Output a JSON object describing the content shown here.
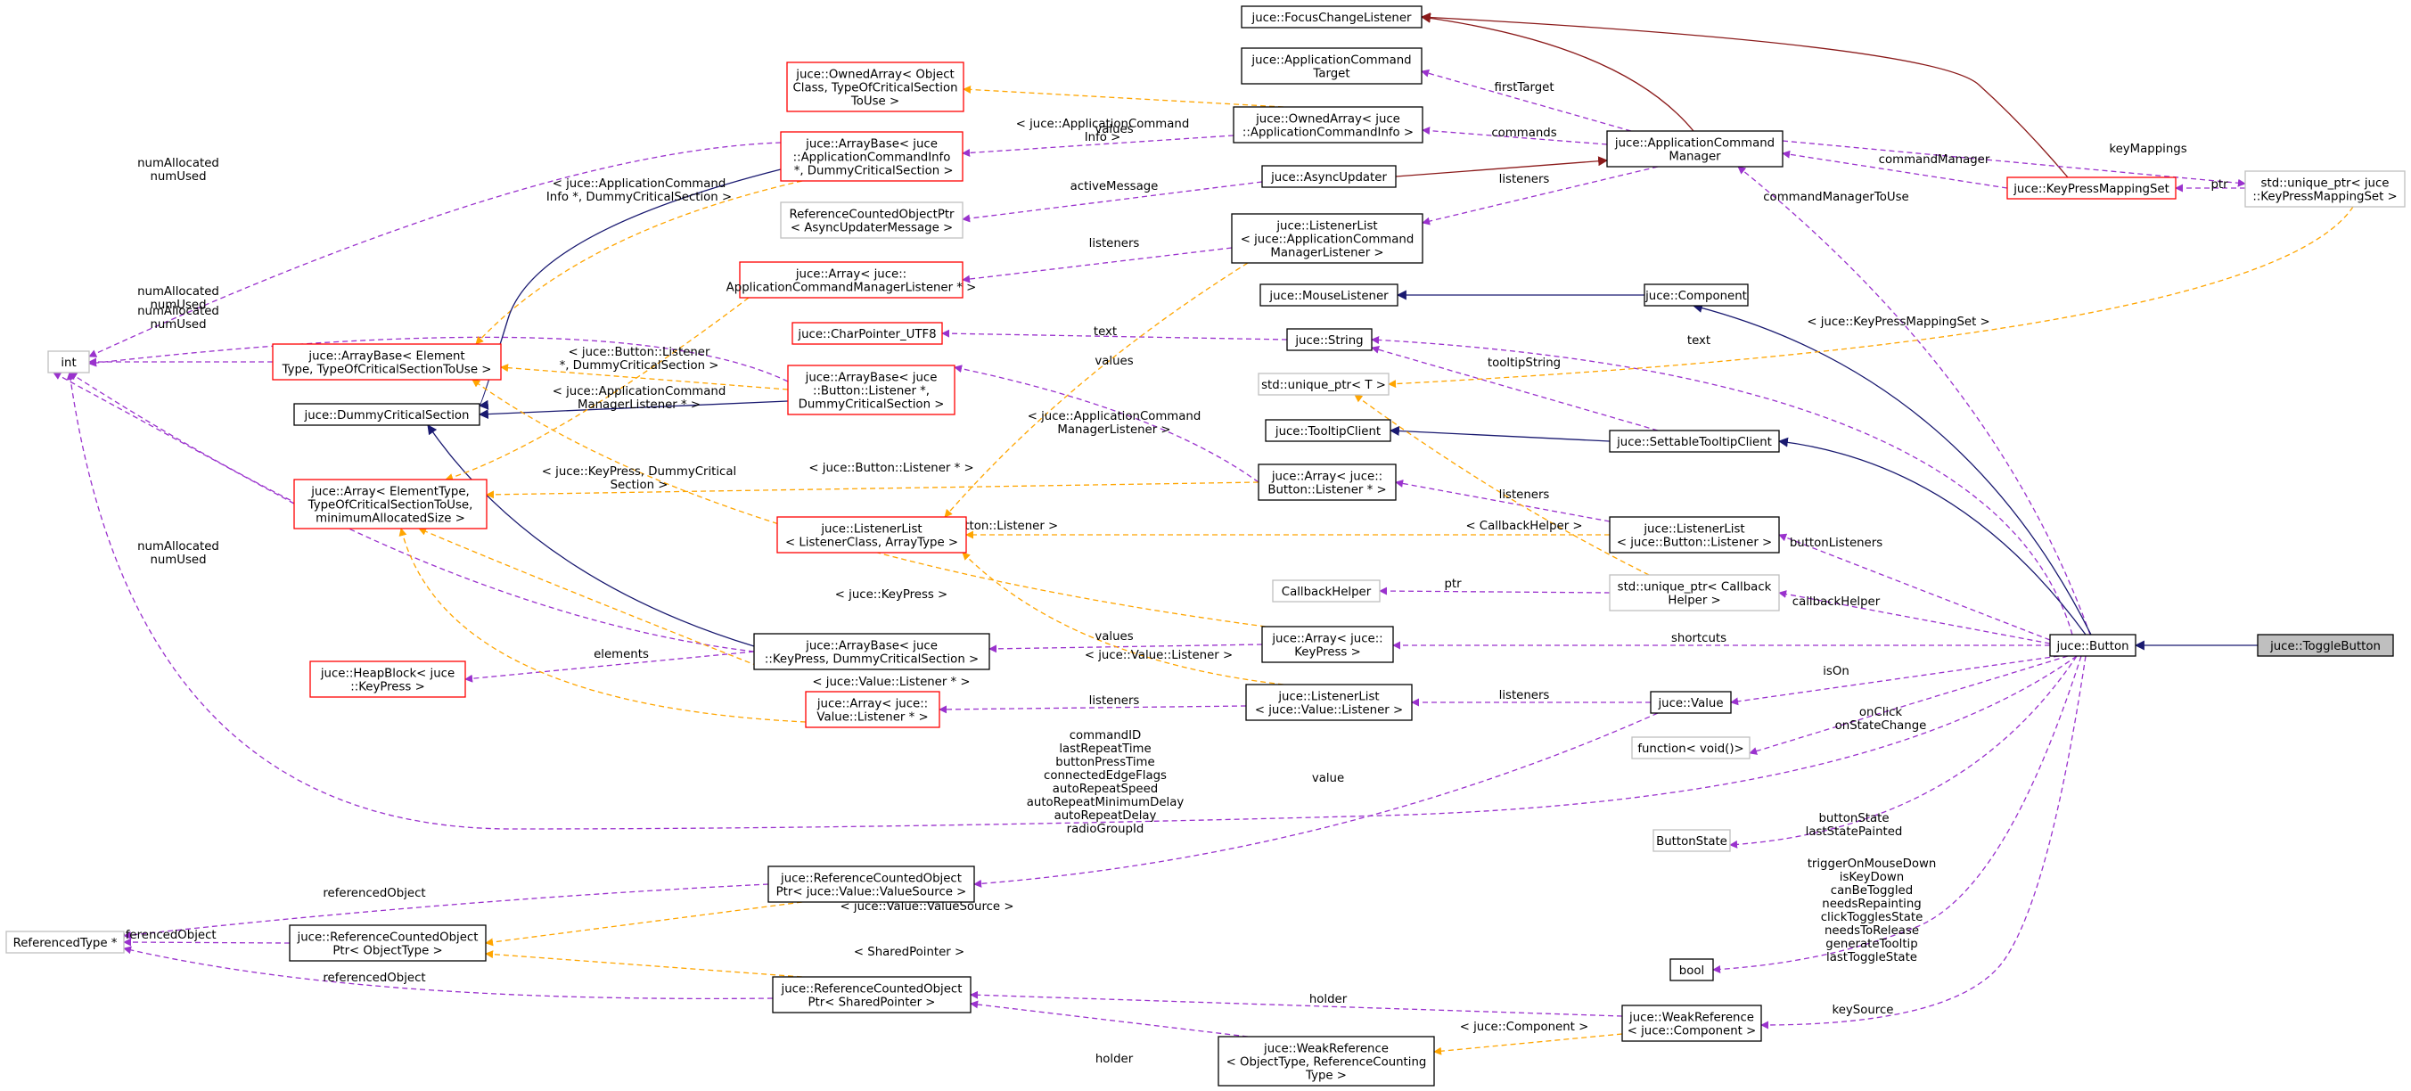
{
  "diagram": {
    "title": "juce::ToggleButton collaboration diagram",
    "legend_colors": {
      "inheritance": "#191970",
      "protected_inheritance": "#8b1a1a",
      "usage": "#9a32cd",
      "template": "#ffa500",
      "node_border_documented": "#000000",
      "node_border_undocumented": "#ff0000",
      "node_border_external": "#bfbfbf",
      "highlight_fill": "#bfbfbf"
    },
    "nodes": [
      {
        "id": "n1",
        "lines": [
          "juce::FocusChangeListener"
        ],
        "style": "black"
      },
      {
        "id": "n2",
        "lines": [
          "juce::ApplicationCommand",
          "Target"
        ],
        "style": "black"
      },
      {
        "id": "n3",
        "lines": [
          "juce::OwnedArray< Object",
          "Class, TypeOfCriticalSection",
          "ToUse >"
        ],
        "style": "red"
      },
      {
        "id": "n4",
        "lines": [
          "juce::OwnedArray< juce",
          "::ApplicationCommandInfo >"
        ],
        "style": "black"
      },
      {
        "id": "n5",
        "lines": [
          "juce::ApplicationCommand",
          "Manager"
        ],
        "style": "black"
      },
      {
        "id": "n6",
        "lines": [
          "juce::ArrayBase< juce",
          "::ApplicationCommandInfo",
          " *, DummyCriticalSection >"
        ],
        "style": "red"
      },
      {
        "id": "n7",
        "lines": [
          "juce::AsyncUpdater"
        ],
        "style": "black"
      },
      {
        "id": "n8",
        "lines": [
          "juce::KeyPressMappingSet"
        ],
        "style": "red"
      },
      {
        "id": "n9",
        "lines": [
          "std::unique_ptr< juce",
          "::KeyPressMappingSet >"
        ],
        "style": "gray"
      },
      {
        "id": "n10",
        "lines": [
          "ReferenceCountedObjectPtr",
          "< AsyncUpdaterMessage >"
        ],
        "style": "gray"
      },
      {
        "id": "n11",
        "lines": [
          "juce::ListenerList",
          "< juce::ApplicationCommand",
          "ManagerListener >"
        ],
        "style": "black"
      },
      {
        "id": "n12",
        "lines": [
          "juce::Array< juce::",
          "ApplicationCommandManagerListener * >"
        ],
        "style": "red"
      },
      {
        "id": "n13",
        "lines": [
          "juce::MouseListener"
        ],
        "style": "black"
      },
      {
        "id": "n14",
        "lines": [
          "juce::Component"
        ],
        "style": "black"
      },
      {
        "id": "n15",
        "lines": [
          "int"
        ],
        "style": "gray"
      },
      {
        "id": "n16",
        "lines": [
          "juce::ArrayBase< Element",
          "Type, TypeOfCriticalSectionToUse >"
        ],
        "style": "red"
      },
      {
        "id": "n17",
        "lines": [
          "juce::CharPointer_UTF8"
        ],
        "style": "red"
      },
      {
        "id": "n18",
        "lines": [
          "juce::String"
        ],
        "style": "black"
      },
      {
        "id": "n19",
        "lines": [
          "juce::ArrayBase< juce",
          "::Button::Listener *,",
          "DummyCriticalSection >"
        ],
        "style": "red"
      },
      {
        "id": "n20",
        "lines": [
          "juce::DummyCriticalSection"
        ],
        "style": "black"
      },
      {
        "id": "n21",
        "lines": [
          "std::unique_ptr< T >"
        ],
        "style": "gray"
      },
      {
        "id": "n22",
        "lines": [
          "juce::TooltipClient"
        ],
        "style": "black"
      },
      {
        "id": "n23",
        "lines": [
          "juce::SettableTooltipClient"
        ],
        "style": "black"
      },
      {
        "id": "n24",
        "lines": [
          "juce::Array< ElementType,",
          "TypeOfCriticalSectionToUse,",
          "minimumAllocatedSize >"
        ],
        "style": "red"
      },
      {
        "id": "n25",
        "lines": [
          "juce::Array< juce::",
          "Button::Listener * >"
        ],
        "style": "black"
      },
      {
        "id": "n26",
        "lines": [
          "juce::ListenerList",
          "< ListenerClass, ArrayType >"
        ],
        "style": "red"
      },
      {
        "id": "n27",
        "lines": [
          "juce::ListenerList",
          "< juce::Button::Listener >"
        ],
        "style": "black"
      },
      {
        "id": "n28",
        "lines": [
          "CallbackHelper"
        ],
        "style": "gray"
      },
      {
        "id": "n29",
        "lines": [
          "std::unique_ptr< Callback",
          "Helper >"
        ],
        "style": "gray"
      },
      {
        "id": "n30",
        "lines": [
          "juce::HeapBlock< juce",
          "::KeyPress >"
        ],
        "style": "red"
      },
      {
        "id": "n31",
        "lines": [
          "juce::ArrayBase< juce",
          "::KeyPress, DummyCriticalSection >"
        ],
        "style": "black"
      },
      {
        "id": "n32",
        "lines": [
          "juce::Array< juce::",
          "KeyPress >"
        ],
        "style": "black"
      },
      {
        "id": "n33",
        "lines": [
          "juce::Button"
        ],
        "style": "black"
      },
      {
        "id": "n34",
        "lines": [
          "juce::ToggleButton"
        ],
        "style": "highlight"
      },
      {
        "id": "n35",
        "lines": [
          "juce::Array< juce::",
          "Value::Listener * >"
        ],
        "style": "red"
      },
      {
        "id": "n36",
        "lines": [
          "juce::ListenerList",
          "< juce::Value::Listener >"
        ],
        "style": "black"
      },
      {
        "id": "n37",
        "lines": [
          "juce::Value"
        ],
        "style": "black"
      },
      {
        "id": "n38",
        "lines": [
          "function< void()>"
        ],
        "style": "gray"
      },
      {
        "id": "n39",
        "lines": [
          "ButtonState"
        ],
        "style": "gray"
      },
      {
        "id": "n40",
        "lines": [
          "juce::ReferenceCountedObject",
          "Ptr< juce::Value::ValueSource >"
        ],
        "style": "black"
      },
      {
        "id": "n41",
        "lines": [
          "ReferencedType *"
        ],
        "style": "gray"
      },
      {
        "id": "n42",
        "lines": [
          "juce::ReferenceCountedObject",
          "Ptr< ObjectType >"
        ],
        "style": "black"
      },
      {
        "id": "n43",
        "lines": [
          "bool"
        ],
        "style": "black"
      },
      {
        "id": "n44",
        "lines": [
          "juce::ReferenceCountedObject",
          "Ptr< SharedPointer >"
        ],
        "style": "black"
      },
      {
        "id": "n45",
        "lines": [
          "juce::WeakReference",
          "< juce::Component >"
        ],
        "style": "black"
      },
      {
        "id": "n46",
        "lines": [
          "juce::WeakReference",
          "< ObjectType, ReferenceCounting",
          "Type >"
        ],
        "style": "black"
      }
    ],
    "edge_labels": [
      {
        "id": "l1",
        "lines": [
          "< juce::ApplicationCommand",
          "Info >"
        ]
      },
      {
        "id": "l2",
        "lines": [
          "firstTarget"
        ]
      },
      {
        "id": "l3",
        "lines": [
          "commands"
        ]
      },
      {
        "id": "l4",
        "lines": [
          "values"
        ]
      },
      {
        "id": "l5",
        "lines": [
          "numAllocated",
          "numUsed"
        ]
      },
      {
        "id": "l6",
        "lines": [
          "< juce::ApplicationCommand",
          "Info *, DummyCriticalSection >"
        ]
      },
      {
        "id": "l7",
        "lines": [
          "keyMappings"
        ]
      },
      {
        "id": "l8",
        "lines": [
          "commandManager"
        ]
      },
      {
        "id": "l9",
        "lines": [
          "ptr"
        ]
      },
      {
        "id": "l10",
        "lines": [
          "activeMessage"
        ]
      },
      {
        "id": "l11",
        "lines": [
          "listeners"
        ]
      },
      {
        "id": "l12",
        "lines": [
          "commandManagerToUse"
        ]
      },
      {
        "id": "l13",
        "lines": [
          "listeners"
        ]
      },
      {
        "id": "l14",
        "lines": [
          "numAllocated",
          "numUsed"
        ]
      },
      {
        "id": "l15",
        "lines": [
          "numAllocated",
          "numUsed"
        ]
      },
      {
        "id": "l16",
        "lines": [
          "text"
        ]
      },
      {
        "id": "l17",
        "lines": [
          "< juce::KeyPressMappingSet >"
        ]
      },
      {
        "id": "l18",
        "lines": [
          "text"
        ]
      },
      {
        "id": "l19",
        "lines": [
          "< juce::Button::Listener",
          "*, DummyCriticalSection >"
        ]
      },
      {
        "id": "l20",
        "lines": [
          "values"
        ]
      },
      {
        "id": "l21",
        "lines": [
          "tooltipString"
        ]
      },
      {
        "id": "l22",
        "lines": [
          "< juce::ApplicationCommand",
          "ManagerListener * >"
        ]
      },
      {
        "id": "l23",
        "lines": [
          "< juce::ApplicationCommand",
          "ManagerListener >"
        ]
      },
      {
        "id": "l24",
        "lines": [
          "< juce::KeyPress, DummyCritical",
          "Section >"
        ]
      },
      {
        "id": "l25",
        "lines": [
          "< juce::Button::Listener * >"
        ]
      },
      {
        "id": "l26",
        "lines": [
          "listeners"
        ]
      },
      {
        "id": "l27",
        "lines": [
          "< juce::Button::Listener >"
        ]
      },
      {
        "id": "l28",
        "lines": [
          "< CallbackHelper >"
        ]
      },
      {
        "id": "l29",
        "lines": [
          "buttonListeners"
        ]
      },
      {
        "id": "l30",
        "lines": [
          "numAllocated",
          "numUsed"
        ]
      },
      {
        "id": "l31",
        "lines": [
          "ptr"
        ]
      },
      {
        "id": "l32",
        "lines": [
          "callbackHelper"
        ]
      },
      {
        "id": "l33",
        "lines": [
          "< juce::KeyPress >"
        ]
      },
      {
        "id": "l34",
        "lines": [
          "values"
        ]
      },
      {
        "id": "l35",
        "lines": [
          "shortcuts"
        ]
      },
      {
        "id": "l36",
        "lines": [
          "elements"
        ]
      },
      {
        "id": "l37",
        "lines": [
          "< juce::Value::Listener >"
        ]
      },
      {
        "id": "l38",
        "lines": [
          "isOn"
        ]
      },
      {
        "id": "l39",
        "lines": [
          "< juce::Value::Listener * >"
        ]
      },
      {
        "id": "l40",
        "lines": [
          "listeners"
        ]
      },
      {
        "id": "l41",
        "lines": [
          "listeners"
        ]
      },
      {
        "id": "l42",
        "lines": [
          "onClick",
          "onStateChange"
        ]
      },
      {
        "id": "l43",
        "lines": [
          "commandID",
          "lastRepeatTime",
          "buttonPressTime",
          "connectedEdgeFlags",
          "autoRepeatSpeed",
          "autoRepeatMinimumDelay",
          "autoRepeatDelay",
          "radioGroupId"
        ]
      },
      {
        "id": "l44",
        "lines": [
          "value"
        ]
      },
      {
        "id": "l45",
        "lines": [
          "buttonState",
          "lastStatePainted"
        ]
      },
      {
        "id": "l46",
        "lines": [
          "referencedObject"
        ]
      },
      {
        "id": "l47",
        "lines": [
          "< juce::Value::ValueSource >"
        ]
      },
      {
        "id": "l48",
        "lines": [
          "referencedObject"
        ]
      },
      {
        "id": "l49",
        "lines": [
          "triggerOnMouseDown",
          "isKeyDown",
          "canBeToggled",
          "needsRepainting",
          "clickTogglesState",
          "needsToRelease",
          "generateTooltip",
          "lastToggleState"
        ]
      },
      {
        "id": "l50",
        "lines": [
          "< SharedPointer >"
        ]
      },
      {
        "id": "l51",
        "lines": [
          "referencedObject"
        ]
      },
      {
        "id": "l52",
        "lines": [
          "holder"
        ]
      },
      {
        "id": "l53",
        "lines": [
          "< juce::Component >"
        ]
      },
      {
        "id": "l54",
        "lines": [
          "holder"
        ]
      },
      {
        "id": "l55",
        "lines": [
          "keySource"
        ]
      }
    ]
  }
}
